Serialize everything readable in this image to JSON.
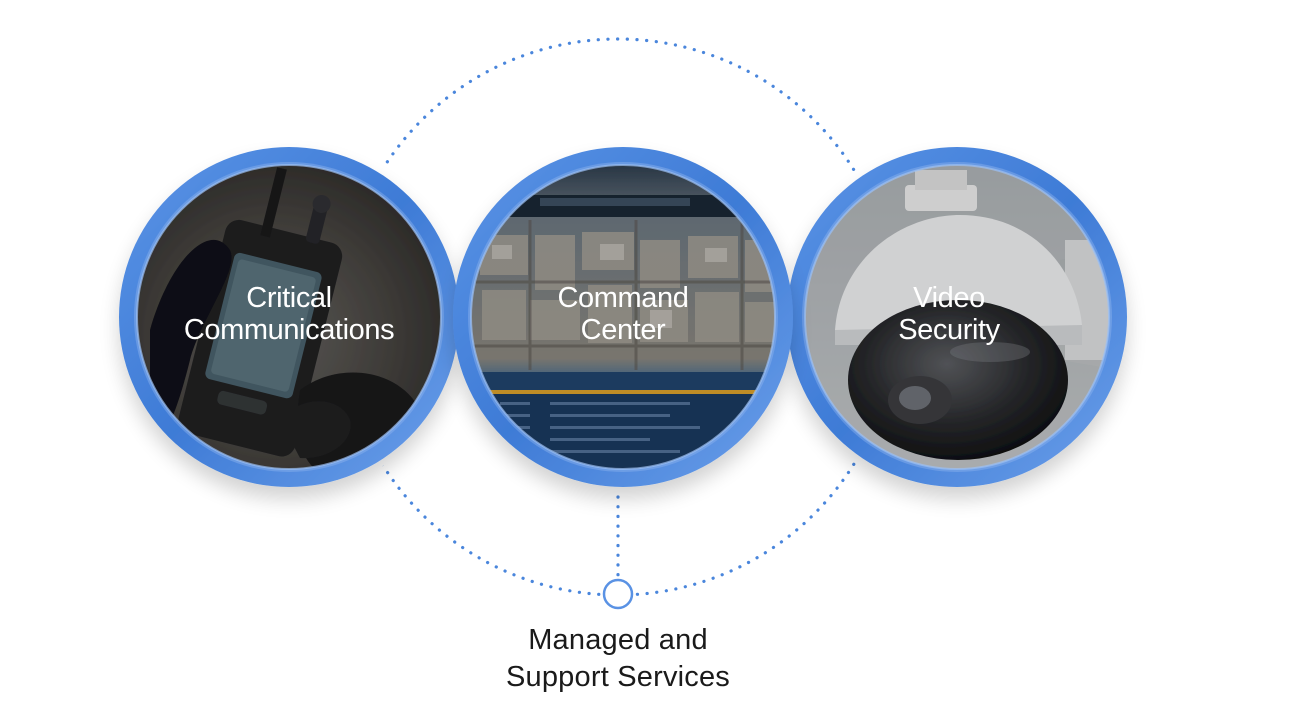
{
  "colors": {
    "ring": "#4a86dc",
    "ring_light": "#7eaaf0",
    "dots": "#4a86dc",
    "label_text": "#ffffff",
    "caption_text": "#1a1a1a"
  },
  "circles": [
    {
      "id": "critical-communications",
      "icon": "two-way-radio-photo",
      "label_line1": "Critical",
      "label_line2": "Communications"
    },
    {
      "id": "command-center",
      "icon": "command-center-map-photo",
      "label_line1": "Command",
      "label_line2": "Center"
    },
    {
      "id": "video-security",
      "icon": "dome-camera-photo",
      "label_line1": "Video",
      "label_line2": "Security"
    }
  ],
  "hub": {
    "icon": "hollow-node-icon",
    "label_line1": "Managed and",
    "label_line2": "Support Services"
  }
}
